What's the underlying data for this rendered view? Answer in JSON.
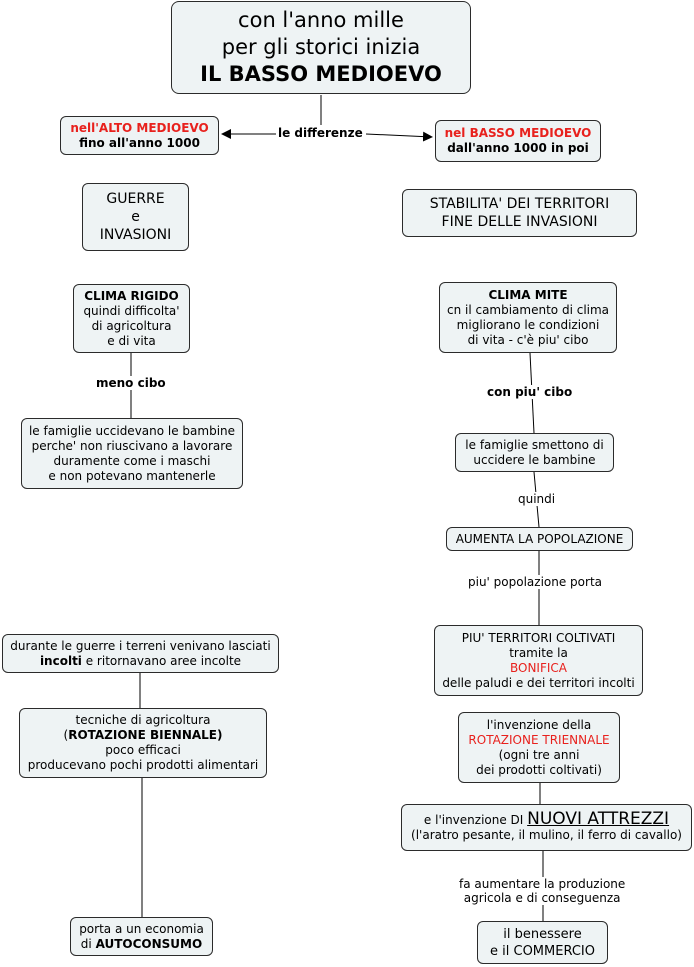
{
  "title": {
    "line1": "con l'anno mille",
    "line2": "per gli storici inizia",
    "line3": "IL BASSO MEDIOEVO"
  },
  "edges": {
    "differences": "le differenze",
    "less_food": "meno cibo",
    "more_food": "con piu' cibo",
    "therefore": "quindi",
    "more_population": "piu' popolazione porta",
    "increases": "fa aumentare la produzione",
    "increases2": "agricola e di conseguenza"
  },
  "left": {
    "header_red": "nell'ALTO MEDIOEVO",
    "header_line2": "fino all'anno 1000",
    "wars_1": "GUERRE",
    "wars_2": "e",
    "wars_3": "INVASIONI",
    "climate_bold": "CLIMA RIGIDO",
    "climate_2": "quindi difficolta'",
    "climate_3": "di agricoltura",
    "climate_4": "e di vita",
    "families_1": "le famiglie uccidevano le bambine",
    "families_2": "perche' non riuscivano a lavorare",
    "families_3": "duramente come i maschi",
    "families_4": "e non potevano mantenerle",
    "land_1": "durante le guerre i terreni venivano lasciati",
    "land_2_bold": "incolti",
    "land_2_rest": " e ritornavano aree incolte",
    "tech_1": "tecniche di agricoltura",
    "tech_2_open": "(",
    "tech_2_bold": "ROTAZIONE BIENNALE)",
    "tech_3": "poco efficaci",
    "tech_4": "producevano pochi prodotti alimentari",
    "economy_1": "porta a un economia",
    "economy_2_pre": "di ",
    "economy_2_bold": "AUTOCONSUMO"
  },
  "right": {
    "header_red": "nel BASSO MEDIOEVO",
    "header_line2": "dall'anno 1000 in poi",
    "stability_1": "STABILITA' DEI TERRITORI",
    "stability_2": "FINE DELLE INVASIONI",
    "climate_bold": "CLIMA MITE",
    "climate_2": "cn il cambiamento di clima",
    "climate_3": "migliorano le condizioni",
    "climate_4": "di vita - c'è piu' cibo",
    "families_1": "le famiglie smettono di",
    "families_2": "uccidere le bambine",
    "population": "AUMENTA LA POPOLAZIONE",
    "territories_1": "PIU' TERRITORI COLTIVATI",
    "territories_2": "tramite la",
    "territories_3_red": "BONIFICA",
    "territories_4": "delle paludi e dei territori incolti",
    "rotation_1": "l'invenzione della",
    "rotation_2_red": "ROTAZIONE TRIENNALE",
    "rotation_3": "(ogni tre anni",
    "rotation_4": "dei prodotti coltivati)",
    "tools_pre": "e l'invenzione DI ",
    "tools_big": "NUOVI ATTREZZI",
    "tools_2": "(l'aratro pesante, il mulino, il ferro di cavallo)",
    "wellbeing_1": "il benessere",
    "wellbeing_2": "e il COMMERCIO"
  },
  "colors": {
    "node_fill": "#eef3f4",
    "node_border": "#2b2b2b",
    "accent_red": "#e8211d"
  }
}
